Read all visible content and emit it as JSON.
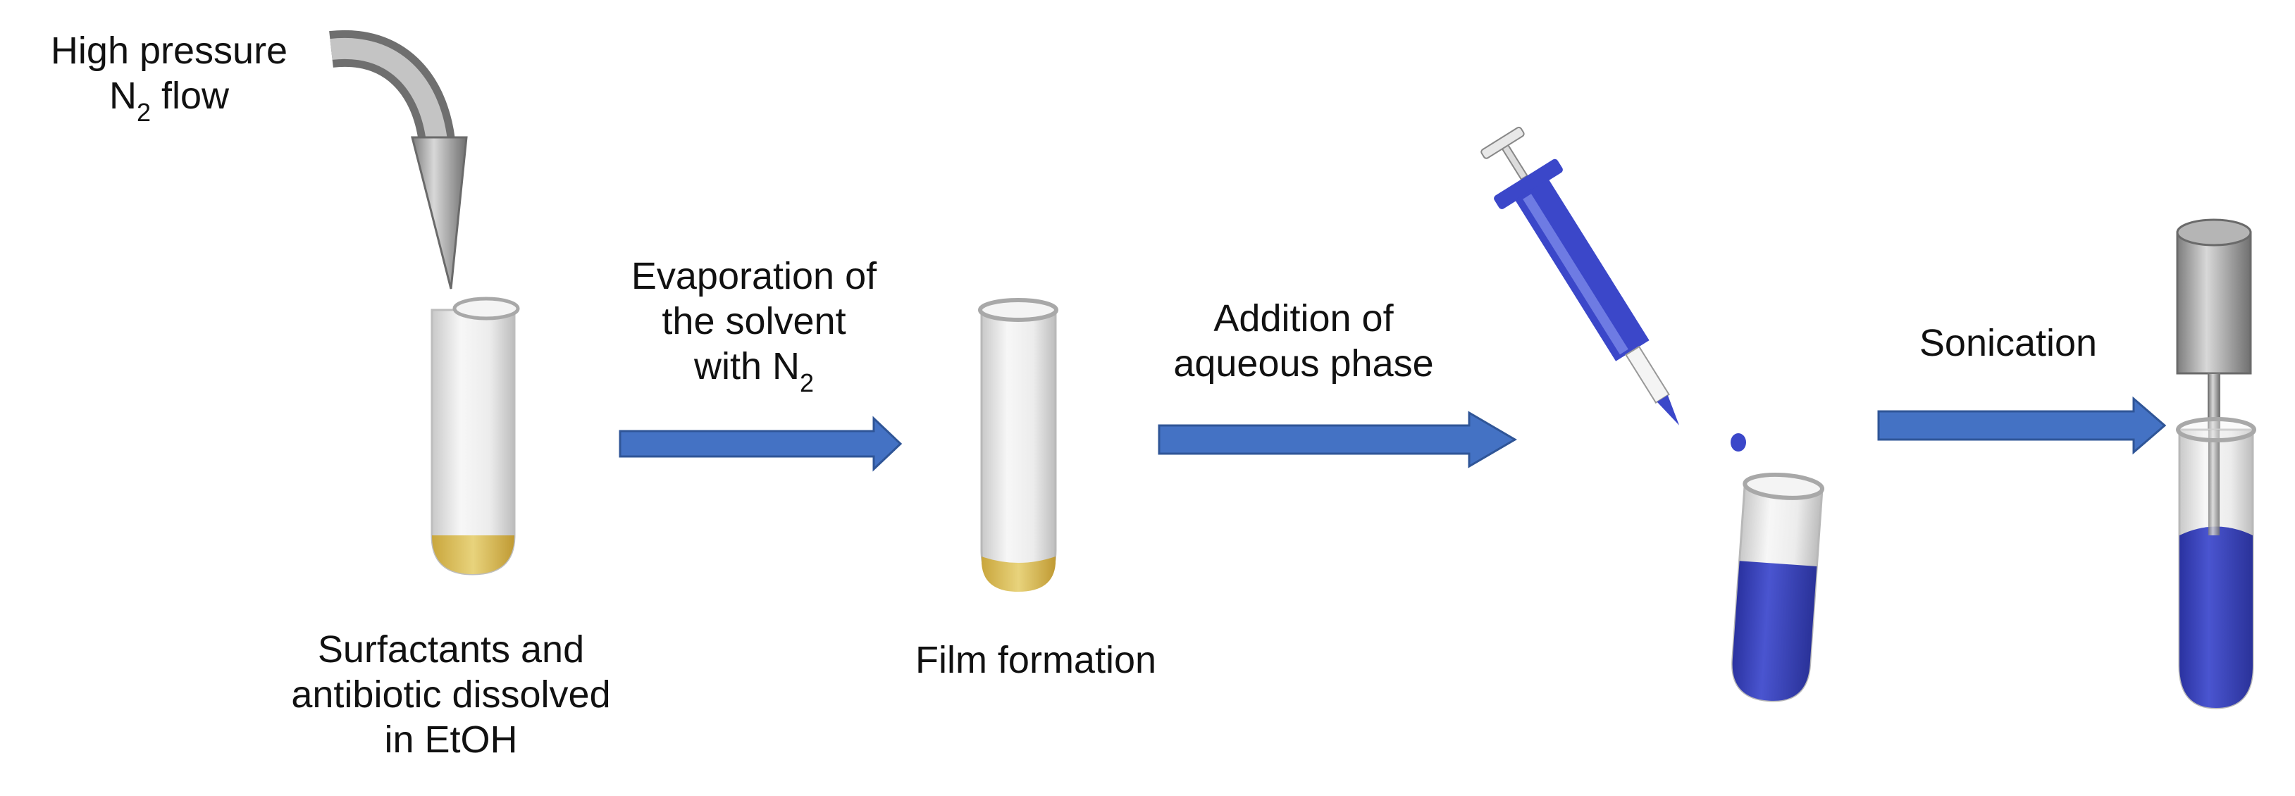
{
  "steps": {
    "n2_flow": {
      "line1": "High pressure",
      "line2_prefix": "N",
      "line2_sub": "2",
      "line2_suffix": " flow"
    },
    "start": {
      "lines": [
        "Surfactants and",
        "antibiotic dissolved",
        "in EtOH"
      ]
    },
    "evaporation": {
      "line1": "Evaporation of",
      "line2": "the solvent",
      "line3_prefix": "with N",
      "line3_sub": "2"
    },
    "film": {
      "label": "Film formation"
    },
    "addition": {
      "lines": [
        "Addition of",
        "aqueous phase"
      ]
    },
    "sonication": {
      "label": "Sonication"
    }
  },
  "colors": {
    "arrow": "#4472c4",
    "tube_glass": "#e9e9e9",
    "film": "#d9bd5a",
    "aqueous": "#3c45b8",
    "syringe": "#3b47c9",
    "metal": "#9a9a9a"
  }
}
